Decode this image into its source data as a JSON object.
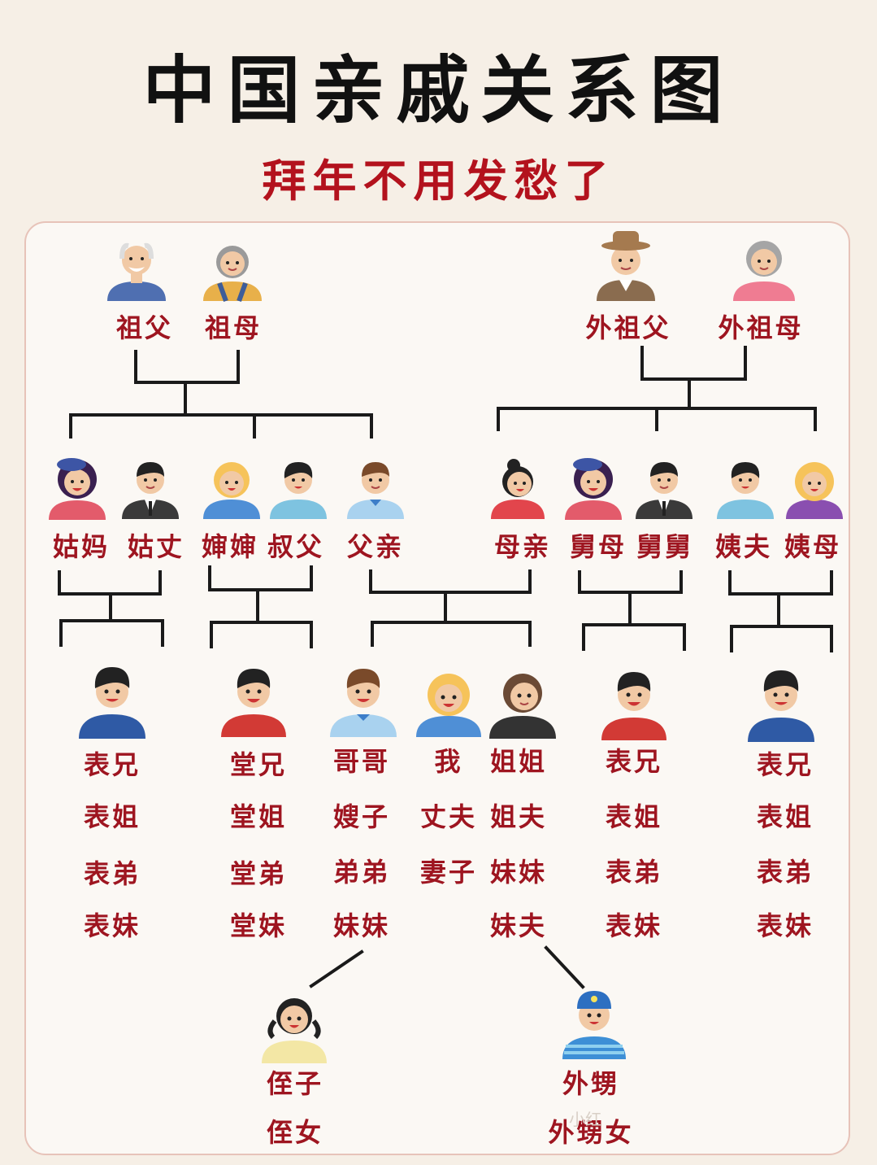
{
  "title": "中国亲戚关系图",
  "subtitle": "拜年不用发愁了",
  "watermark": "小红",
  "grandparents": {
    "paternal_grandfather": "祖父",
    "paternal_grandmother": "祖母",
    "maternal_grandfather": "外祖父",
    "maternal_grandmother": "外祖母"
  },
  "parents_gen": {
    "paternal_aunt": "姑妈",
    "paternal_aunt_husband": "姑丈",
    "paternal_uncle_wife": "婶婶",
    "paternal_uncle": "叔父",
    "father": "父亲",
    "mother": "母亲",
    "maternal_uncle_wife": "舅母",
    "maternal_uncle": "舅舅",
    "maternal_aunt_husband": "姨夫",
    "maternal_aunt": "姨母"
  },
  "columns": {
    "col1": [
      "表兄",
      "表姐",
      "表弟",
      "表妹"
    ],
    "col2": [
      "堂兄",
      "堂姐",
      "堂弟",
      "堂妹"
    ],
    "col3": [
      "哥哥",
      "嫂子",
      "弟弟",
      "妹妹"
    ],
    "col4": [
      "我",
      "丈夫",
      "妻子"
    ],
    "col5": [
      "姐姐",
      "姐夫",
      "妹妹",
      "妹夫"
    ],
    "col6": [
      "表兄",
      "表姐",
      "表弟",
      "表妹"
    ],
    "col7": [
      "表兄",
      "表姐",
      "表弟",
      "表妹"
    ]
  },
  "next_gen": {
    "nephew_niece": [
      "侄子",
      "侄女"
    ],
    "sister_children": [
      "外甥",
      "外甥女"
    ]
  },
  "colors": {
    "label": "#9e1520",
    "subtitle": "#b3121d",
    "line": "#1a1a1a",
    "panel_border": "#e7c3b9"
  }
}
